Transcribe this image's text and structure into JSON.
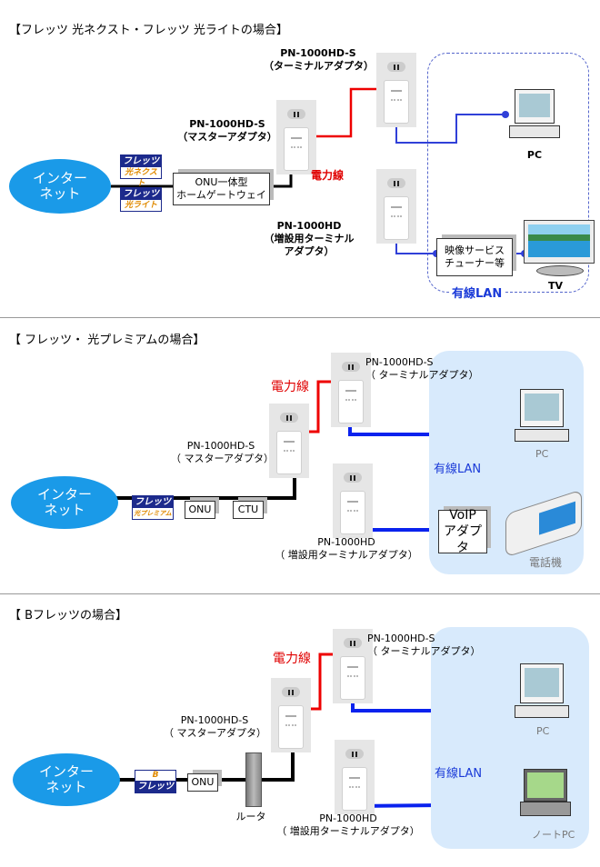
{
  "sections": [
    {
      "title": "【フレッツ 光ネクスト・フレッツ 光ライトの場合】",
      "internet": [
        "インター",
        "ネット"
      ],
      "logos": [
        {
          "top": "フレッツ",
          "bottom": "光ネクスト"
        },
        {
          "top": "フレッツ",
          "bottom": "光ライト"
        }
      ],
      "gateway": [
        "ONU一体型",
        "ホームゲートウェイ"
      ],
      "master": {
        "model": "PN-1000HD-S",
        "role": "（マスターアダプタ）"
      },
      "terminal": {
        "model": "PN-1000HD-S",
        "role": "（ターミナルアダプタ）"
      },
      "extra": {
        "model": "PN-1000HD",
        "role": [
          "（増設用ターミナル",
          "アダプタ）"
        ]
      },
      "power_line": "電力線",
      "lan": "有線LAN",
      "devices": {
        "pc": "PC",
        "tuner": [
          "映像サービス",
          "チューナー等"
        ],
        "tv": "TV"
      }
    },
    {
      "title": "【 フレッツ・ 光プレミアムの場合】",
      "internet": [
        "インター",
        "ネット"
      ],
      "logos": [
        {
          "top": "フレッツ",
          "bottom": "光プレミアム"
        }
      ],
      "onu": "ONU",
      "ctu": "CTU",
      "master": {
        "model": "PN-1000HD-S",
        "role": "（ マスターアダプタ）"
      },
      "terminal": {
        "model": "PN-1000HD-S",
        "role": "（ ターミナルアダプタ）"
      },
      "extra": {
        "model": "PN-1000HD",
        "role": "（ 増設用ターミナルアダプタ）"
      },
      "power_line": "電力線",
      "lan": "有線LAN",
      "devices": {
        "pc": "PC",
        "voip": [
          "VoIP",
          "アダプタ"
        ],
        "phone": "電話機"
      }
    },
    {
      "title": "【 Bフレッツの場合】",
      "internet": [
        "インター",
        "ネット"
      ],
      "logos": [
        {
          "top": "B",
          "bottom": "フレッツ"
        }
      ],
      "onu": "ONU",
      "router": "ルータ",
      "master": {
        "model": "PN-1000HD-S",
        "role": "（ マスターアダプタ）"
      },
      "terminal": {
        "model": "PN-1000HD-S",
        "role": "（ ターミナルアダプタ）"
      },
      "extra": {
        "model": "PN-1000HD",
        "role": "（ 増設用ターミナルアダプタ）"
      },
      "power_line": "電力線",
      "lan": "有線LAN",
      "devices": {
        "pc": "PC",
        "notebook": "ノートPC"
      }
    }
  ],
  "colors": {
    "power": "#ee0000",
    "lan": "#1a2ee8",
    "cable": "#000000",
    "cloud": "#1a9ae8",
    "lan_zone": "#d8eafc"
  }
}
